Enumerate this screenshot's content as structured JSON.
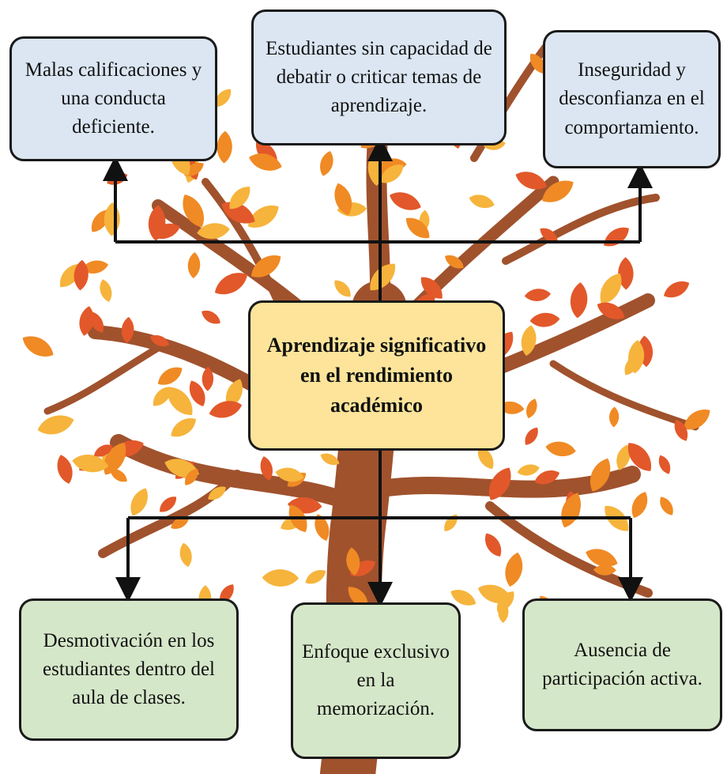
{
  "colors": {
    "effect_fill": "#dbe6f2",
    "core_fill": "#fde49a",
    "cause_fill": "#d5e7c9",
    "border": "#1a1a1a",
    "trunk": "#a0522d",
    "leaf_orange": "#f08a24",
    "leaf_gold": "#f6b43c",
    "leaf_red": "#e2582a"
  },
  "background_art": "autumn-tree-illustration",
  "effects": [
    {
      "text": "Malas calificaciones y una conducta deficiente."
    },
    {
      "text": "Estudiantes sin capacidad de debatir o criticar temas de aprendizaje."
    },
    {
      "text": "Inseguridad y desconfianza en el comportamiento."
    }
  ],
  "core": {
    "text": "Aprendizaje significativo en el rendimiento académico"
  },
  "causes": [
    {
      "text": "Desmotivación en los estudiantes dentro del aula de clases."
    },
    {
      "text": "Enfoque exclusivo en la memorización."
    },
    {
      "text": "Ausencia de participación activa."
    }
  ]
}
